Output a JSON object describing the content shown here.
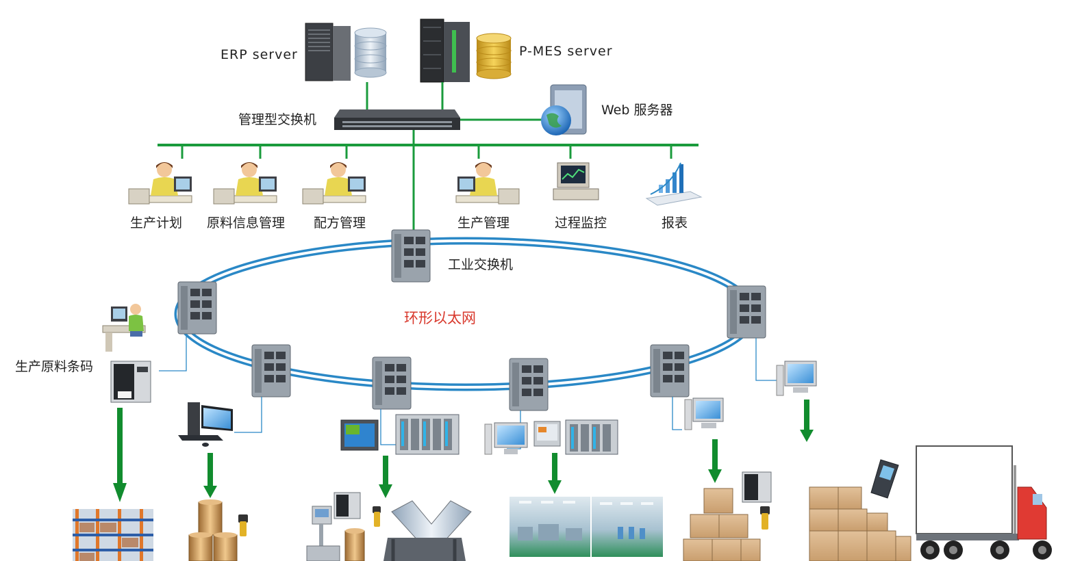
{
  "servers": {
    "erp": "ERP server",
    "pmes": "P-MES server",
    "web": "Web 服务器"
  },
  "core_switch": "管理型交换机",
  "workstations": [
    "生产计划",
    "原料信息管理",
    "配方管理",
    "生产管理",
    "过程监控",
    "报表"
  ],
  "industrial_switch": "工业交换机",
  "ring_network": "环形以太网",
  "barcode_station": "生产原料条码",
  "colors": {
    "link_green": "#1a9b3c",
    "arrow_green": "#118c2e",
    "ring_blue": "#2a88c6",
    "ring_label_red": "#d8382c",
    "switch_gray": "#9aa3ac"
  }
}
